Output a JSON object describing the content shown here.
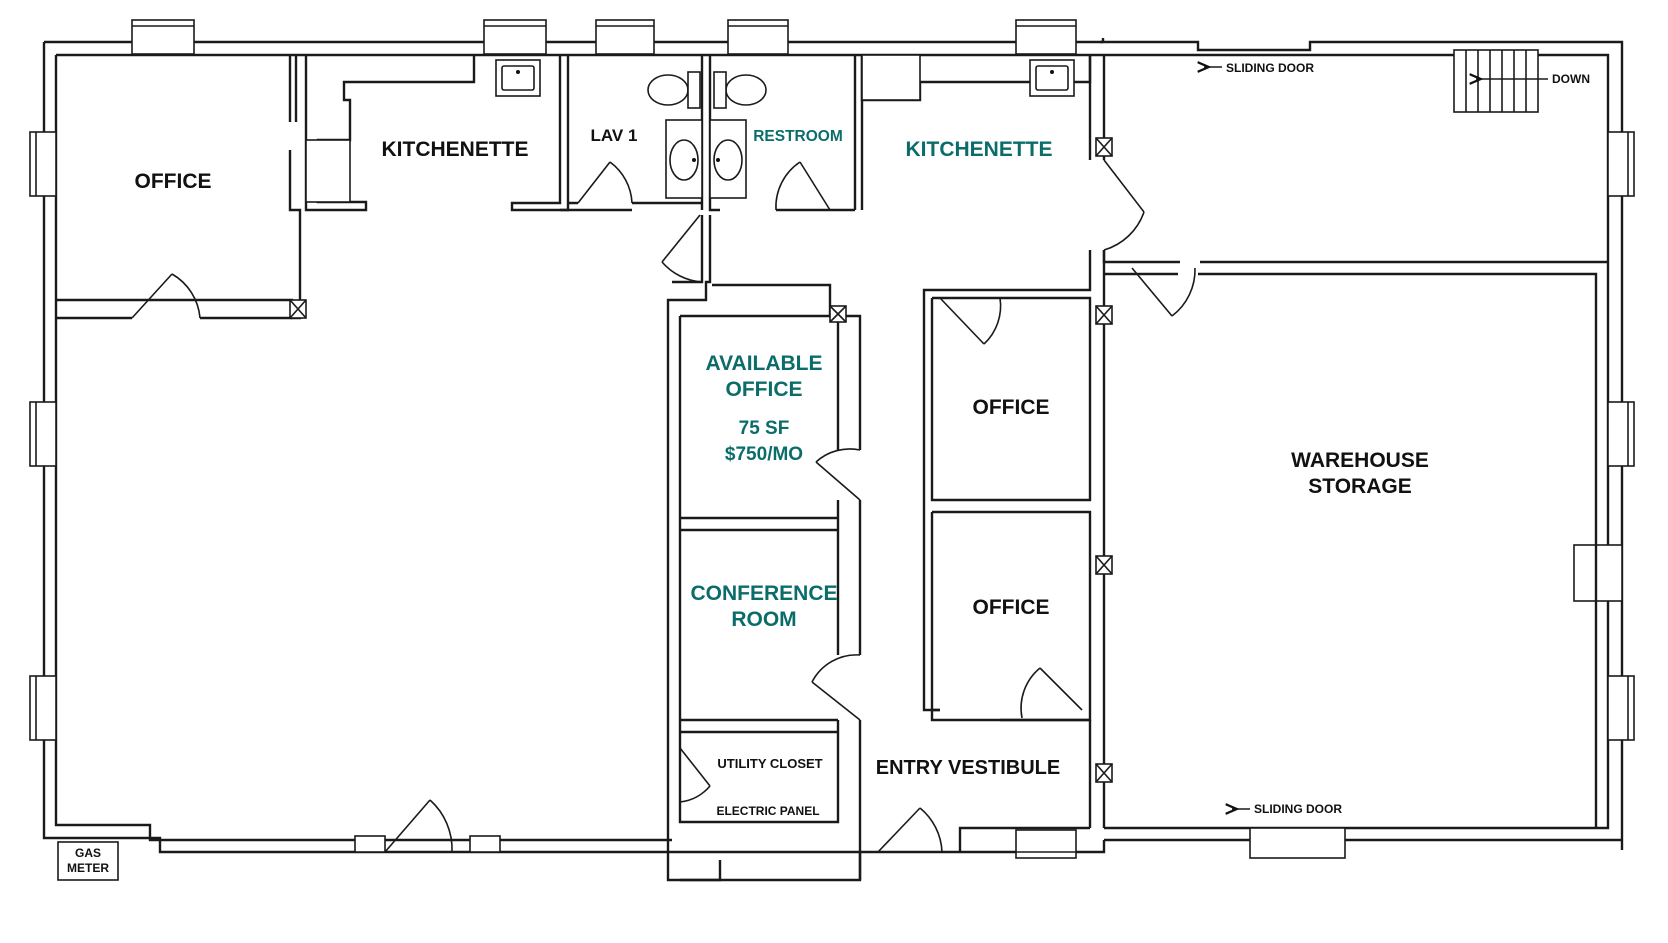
{
  "colors": {
    "wall": "#1a1a1a",
    "accent": "#0b6d6a",
    "background": "#ffffff"
  },
  "rooms": {
    "office_nw": "OFFICE",
    "kitchenette_left": "KITCHENETTE",
    "lav1": "LAV 1",
    "restroom": "RESTROOM",
    "kitchenette_right": "KITCHENETTE",
    "available_office_line1": "AVAILABLE",
    "available_office_line2": "OFFICE",
    "available_office_area": "75 SF",
    "available_office_rent": "$750/MO",
    "conference_line1": "CONFERENCE",
    "conference_line2": "ROOM",
    "office_mid_upper": "OFFICE",
    "office_mid_lower": "OFFICE",
    "warehouse_line1": "WAREHOUSE",
    "warehouse_line2": "STORAGE",
    "utility_closet": "UTILITY CLOSET",
    "electric_panel": "ELECTRIC PANEL",
    "entry_vestibule": "ENTRY VESTIBULE"
  },
  "annotations": {
    "sliding_door_top": "SLIDING DOOR",
    "sliding_door_bottom": "SLIDING DOOR",
    "stairs_down": "DOWN",
    "gas_meter_line1": "GAS",
    "gas_meter_line2": "METER"
  },
  "icons": [
    "sink-icon",
    "toilet-icon",
    "stairs-icon",
    "arrow-left-icon",
    "column-icon",
    "door-swing-icon"
  ]
}
